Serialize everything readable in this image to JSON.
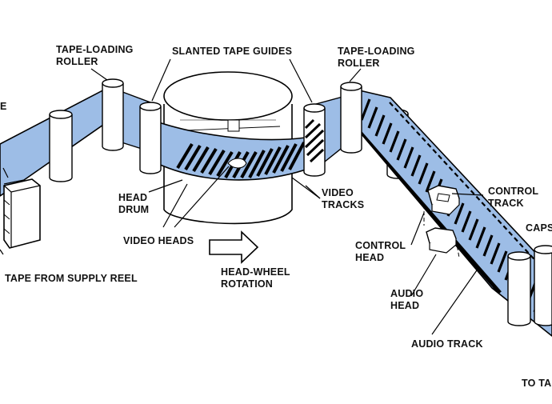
{
  "colors": {
    "tape": "#9dbde6",
    "line": "#000000",
    "component_fill": "#ffffff",
    "track_stripe": "#000000"
  },
  "labels": {
    "tape_loading_roller_left": [
      "TAPE-LOADING",
      "ROLLER"
    ],
    "slanted_tape_guides": "SLANTED TAPE GUIDES",
    "tape_loading_roller_right": [
      "TAPE-LOADING",
      "ROLLER"
    ],
    "cut_e": "E",
    "head_drum": [
      "HEAD",
      "DRUM"
    ],
    "video_tracks": [
      "VIDEO",
      "TRACKS"
    ],
    "video_heads": "VIDEO HEADS",
    "control_track": [
      "CONTROL",
      "TRACK"
    ],
    "caps_cut": "CAPS",
    "control_head": [
      "CONTROL",
      "HEAD"
    ],
    "head_wheel_rotation": [
      "HEAD-WHEEL",
      "ROTATION"
    ],
    "audio_head": [
      "AUDIO",
      "HEAD"
    ],
    "tape_from_supply_reel": "TAPE FROM SUPPLY REEL",
    "audio_track": "AUDIO TRACK",
    "to_ta_cut": "TO TA"
  }
}
